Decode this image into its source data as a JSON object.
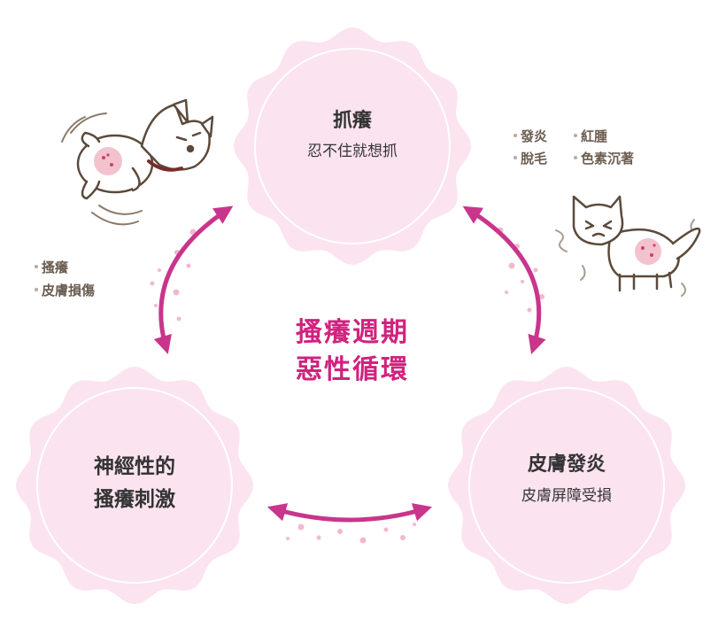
{
  "nodes": {
    "scratching": {
      "title": "抓癢",
      "subtitle": "忍不住就想抓"
    },
    "inflammation": {
      "title": "皮膚發炎",
      "subtitle": "皮膚屏障受損"
    },
    "neural": {
      "line1": "神經性的",
      "line2": "搔癢刺激"
    }
  },
  "center": {
    "line1": "搔癢週期",
    "line2": "惡性循環"
  },
  "left_symptoms": [
    "搔癢",
    "皮膚損傷"
  ],
  "right_symptoms": [
    "發炎",
    "紅腫",
    "脫毛",
    "色素沉著"
  ],
  "colors": {
    "node_fill": "#fbe3ef",
    "node_ring": "#ffffff",
    "arrow": "#c9358b",
    "center_text": "#d0237e",
    "dots": "#f2b8d3"
  },
  "icons": {
    "dog_left": "dog-scratching-icon",
    "dog_right": "dog-irritated-icon"
  }
}
